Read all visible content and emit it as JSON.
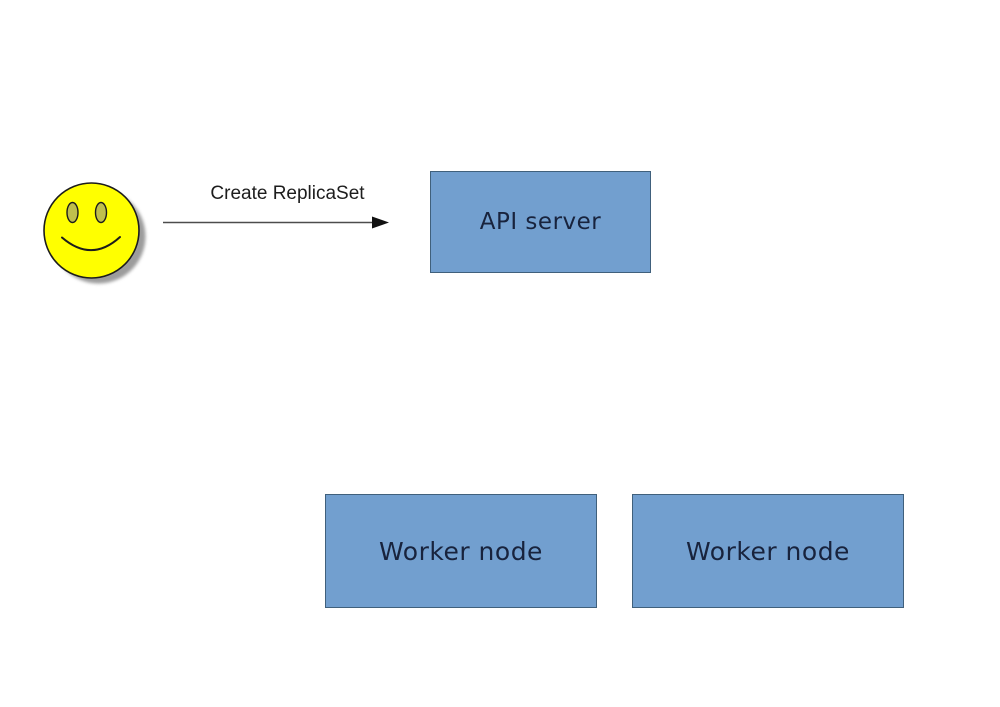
{
  "theme": {
    "canvas_bg": "#ffffff",
    "node_fill": "#729fcf",
    "node_border": "#40607c",
    "node_text": "#18233d",
    "label_text": "#1d1d1d",
    "arrow_line": "#4c4c4c",
    "arrow_head": "#111111",
    "face_fill": "#ffff00",
    "face_outline": "#1c1c1c",
    "eye_fill": "#bfbf4d",
    "shadow_color": "#9c9c9c"
  },
  "diagram": {
    "actor": {
      "icon": "smiley-face"
    },
    "arrow": {
      "label": "Create ReplicaSet"
    },
    "nodes": {
      "api_server": {
        "label": "API server"
      },
      "worker_node_1": {
        "label": "Worker node"
      },
      "worker_node_2": {
        "label": "Worker node"
      }
    }
  }
}
